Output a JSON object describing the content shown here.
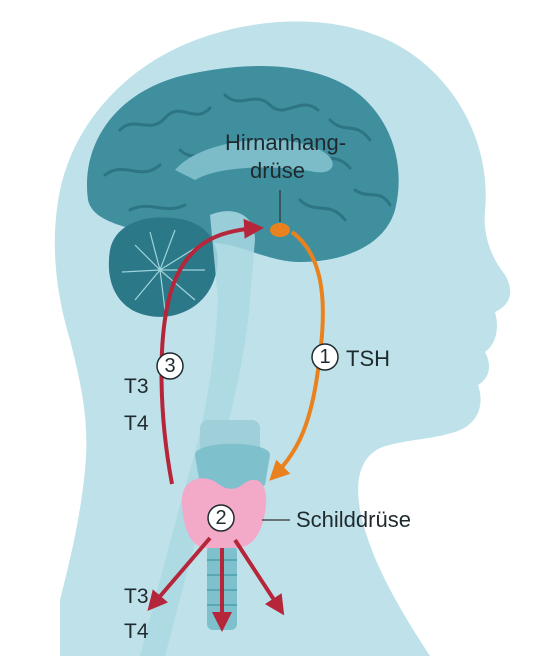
{
  "labels": {
    "pituitary_line1": "Hirnanhang-",
    "pituitary_line2": "drüse",
    "tsh": "TSH",
    "thyroid": "Schilddrüse",
    "feedback_t3": "T3",
    "feedback_t4": "T4",
    "output_t3": "T3",
    "output_t4": "T4"
  },
  "steps": {
    "one": "1",
    "two": "2",
    "three": "3"
  },
  "colors": {
    "background": "#ffffff",
    "head": "#bfe2ea",
    "brain": "#3f8f9f",
    "brain_dark": "#2d7584",
    "cerebellum": "#2b7888",
    "brainstem": "#a9d8e2",
    "pituitary": "#e9821e",
    "tsh_arrow": "#e9821e",
    "hormone_arrow": "#b5263a",
    "thyroid": "#f3a9c8",
    "larynx": "#7ec0cc"
  }
}
